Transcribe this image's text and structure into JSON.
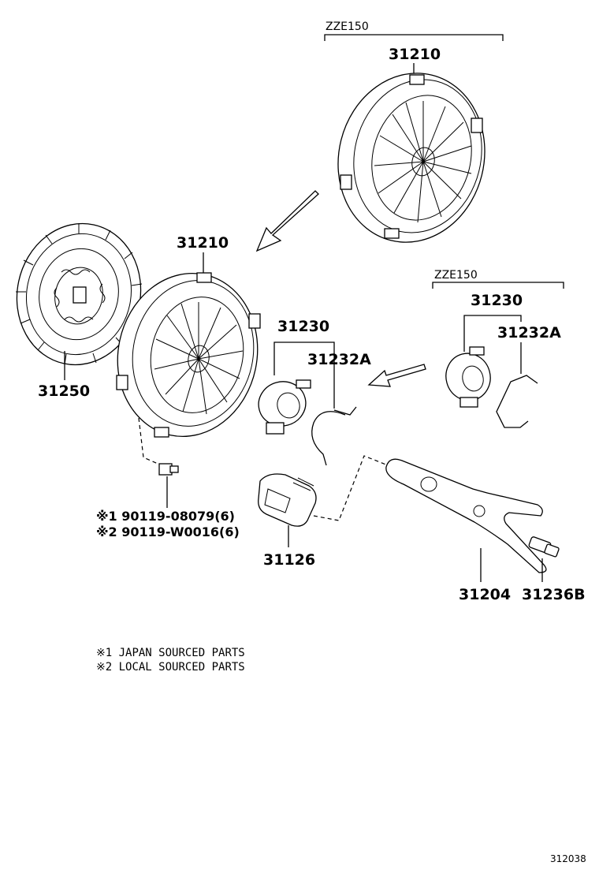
{
  "diagram": {
    "variants": {
      "top_cover": "ZZE150",
      "right_bearing": "ZZE150"
    },
    "part_labels": {
      "cover_top": "31210",
      "cover_main": "31210",
      "disc": "31250",
      "bearing_main": "31230",
      "clip_main": "31232A",
      "bearing_right": "31230",
      "clip_right": "31232A",
      "boot": "31126",
      "fork": "31204",
      "pivot": "31236B"
    },
    "bolt_callouts": [
      "※1 90119-08079(6)",
      "※2 90119-W0016(6)"
    ],
    "notes": [
      "※1 JAPAN SOURCED PARTS",
      "※2 LOCAL SOURCED PARTS"
    ],
    "diagram_code": "312038"
  }
}
